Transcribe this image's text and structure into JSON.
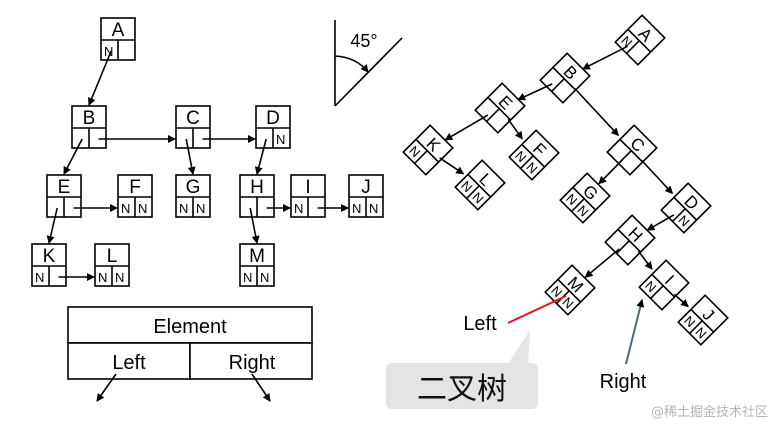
{
  "colors": {
    "left": "#e8141b",
    "right": "#4a6d7c",
    "callout_bg": "#e4e4e4",
    "line": "#000000"
  },
  "angle_label": "45°",
  "legend": {
    "element": "Element",
    "left": "Left",
    "right": "Right"
  },
  "callout": {
    "text": "二叉树"
  },
  "tree_labels": {
    "left": "Left",
    "right": "Right"
  },
  "watermark": "@稀土掘金技术社区",
  "nodes": [
    {
      "id": "A",
      "child": "N",
      "sibling": ""
    },
    {
      "id": "B",
      "child": "",
      "sibling": ""
    },
    {
      "id": "C",
      "child": "",
      "sibling": ""
    },
    {
      "id": "D",
      "child": "",
      "sibling": "N"
    },
    {
      "id": "E",
      "child": "",
      "sibling": ""
    },
    {
      "id": "F",
      "child": "N",
      "sibling": "N"
    },
    {
      "id": "G",
      "child": "N",
      "sibling": "N"
    },
    {
      "id": "H",
      "child": "",
      "sibling": ""
    },
    {
      "id": "I",
      "child": "N",
      "sibling": ""
    },
    {
      "id": "J",
      "child": "N",
      "sibling": "N"
    },
    {
      "id": "K",
      "child": "N",
      "sibling": ""
    },
    {
      "id": "L",
      "child": "N",
      "sibling": "N"
    },
    {
      "id": "M",
      "child": "N",
      "sibling": "N"
    }
  ]
}
